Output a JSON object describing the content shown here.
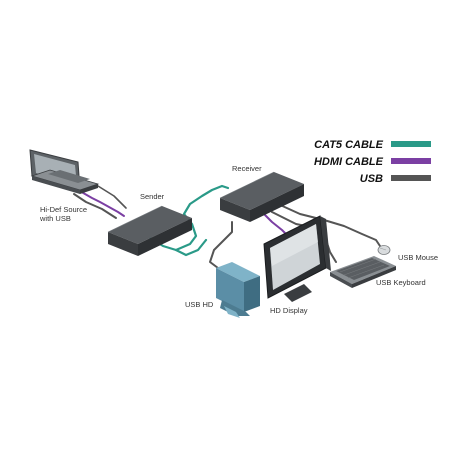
{
  "legend": {
    "items": [
      {
        "label": "CAT5 CABLE",
        "color": "#2a9a88"
      },
      {
        "label": "HDMI CABLE",
        "color": "#7b3fa3"
      },
      {
        "label": "USB",
        "color": "#555555"
      }
    ]
  },
  "devices": {
    "source_line1": "Hi-Def Source",
    "source_line2": "with USB",
    "sender": "Sender",
    "receiver": "Receiver",
    "usb_hd": "USB HD",
    "hd_display": "HD Display",
    "usb_mouse": "USB Mouse",
    "usb_keyboard": "USB Keyboard"
  },
  "colors": {
    "cat5": "#2a9a88",
    "hdmi": "#7b3fa3",
    "usb": "#555555",
    "device_dark": "#3a3d40",
    "device_mid": "#5a5e62",
    "device_light": "#8a8f93",
    "hdd": "#5b8ea6"
  }
}
